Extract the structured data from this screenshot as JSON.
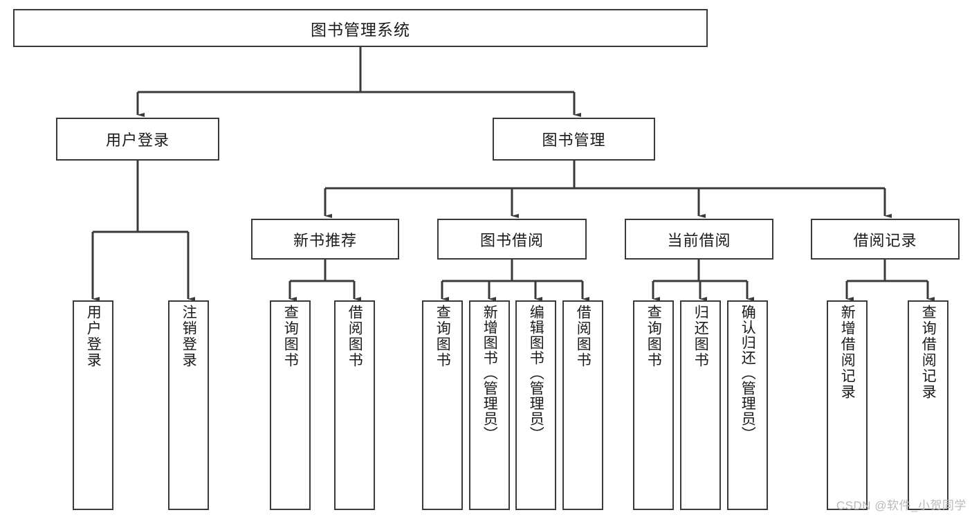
{
  "diagram": {
    "title": "图书管理系统",
    "root": {
      "label": "图书管理系统"
    },
    "tier2": [
      {
        "label": "用户登录"
      },
      {
        "label": "图书管理"
      }
    ],
    "tier3": [
      {
        "label": "新书推荐"
      },
      {
        "label": "图书借阅"
      },
      {
        "label": "当前借阅"
      },
      {
        "label": "借阅记录"
      }
    ],
    "leaves": {
      "user_login": [
        {
          "label": "用户登录"
        },
        {
          "label": "注销登录"
        }
      ],
      "new_book_recommend": [
        {
          "label": "查询图书"
        },
        {
          "label": "借阅图书"
        }
      ],
      "book_borrow": [
        {
          "label": "查询图书"
        },
        {
          "label": "新增图书（管理员）"
        },
        {
          "label": "编辑图书（管理员）"
        },
        {
          "label": "借阅图书"
        }
      ],
      "current_borrow": [
        {
          "label": "查询图书"
        },
        {
          "label": "归还图书"
        },
        {
          "label": "确认归还（管理员）"
        }
      ],
      "borrow_record": [
        {
          "label": "新增借阅记录"
        },
        {
          "label": "查询借阅记录"
        }
      ]
    },
    "watermark": "CSDN @软件_小贺同学",
    "colors": {
      "stroke": "#3a3a3a",
      "fill": "#ffffff",
      "text": "#1a1a1a",
      "watermark": "#b9b9b9"
    }
  }
}
